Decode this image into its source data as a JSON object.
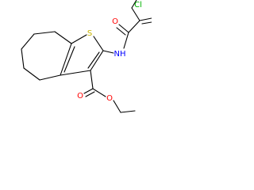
{
  "atoms": {
    "sulfur": {
      "label": "S",
      "color": "#c8b400"
    },
    "amide_nitrogen": {
      "label": "NH",
      "color": "#0000ff"
    },
    "chlorine": {
      "label": "Cl",
      "color": "#00b400"
    },
    "carbonyl_oxygen_amide": {
      "label": "O",
      "color": "#ff0000"
    },
    "carbonyl_oxygen_ester": {
      "label": "O",
      "color": "#ff0000"
    },
    "ester_oxygen": {
      "label": "O",
      "color": "#ff0000"
    }
  }
}
